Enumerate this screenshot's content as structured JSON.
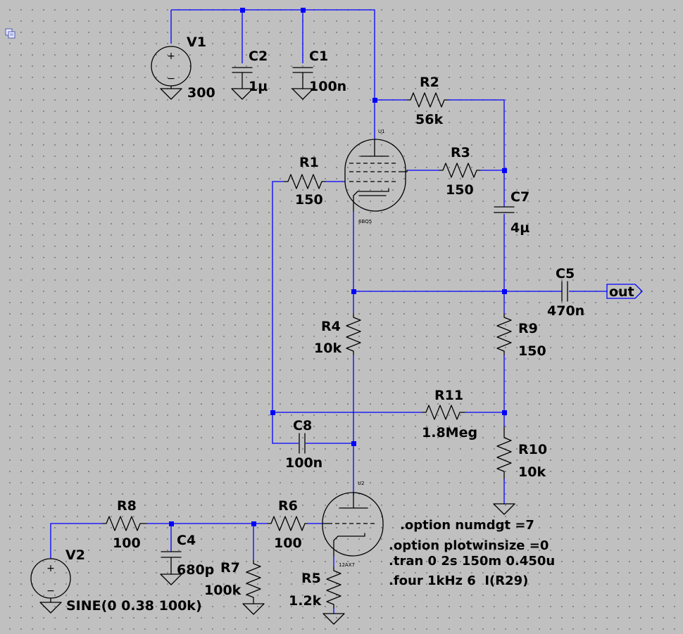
{
  "components": {
    "V1": {
      "name": "V1",
      "value": "300"
    },
    "V2": {
      "name": "V2",
      "value": "SINE(0 0.38 100k)"
    },
    "C1": {
      "name": "C1",
      "value": "100n"
    },
    "C2": {
      "name": "C2",
      "value": "1µ"
    },
    "C4": {
      "name": "C4",
      "value": "680p"
    },
    "C5": {
      "name": "C5",
      "value": "470n"
    },
    "C7": {
      "name": "C7",
      "value": "4µ"
    },
    "C8": {
      "name": "C8",
      "value": "100n"
    },
    "R1": {
      "name": "R1",
      "value": "150"
    },
    "R2": {
      "name": "R2",
      "value": "56k"
    },
    "R3": {
      "name": "R3",
      "value": "150"
    },
    "R4": {
      "name": "R4",
      "value": "10k"
    },
    "R5": {
      "name": "R5",
      "value": "1.2k"
    },
    "R6": {
      "name": "R6",
      "value": "100"
    },
    "R7": {
      "name": "R7",
      "value": "100k"
    },
    "R8": {
      "name": "R8",
      "value": "100"
    },
    "R9": {
      "name": "R9",
      "value": "150"
    },
    "R10": {
      "name": "R10",
      "value": "10k"
    },
    "R11": {
      "name": "R11",
      "value": "1.8Meg"
    },
    "U1": {
      "name": "U1",
      "model": "6BQ5"
    },
    "U2": {
      "name": "U2",
      "model": "12AX7"
    }
  },
  "net_label": "out",
  "directives": [
    ".option numdgt =7",
    ".option plotwinsize =0",
    ".tran 0 2s 150m 0.450u",
    ".four 1kHz 6  I(R29)"
  ],
  "symbols": {
    "plus": "+",
    "minus": "−"
  },
  "icons": {
    "corner": "document-icon"
  },
  "colors": {
    "wire": "#0000ff",
    "component": "#000000",
    "background": "#c0c0c0"
  }
}
